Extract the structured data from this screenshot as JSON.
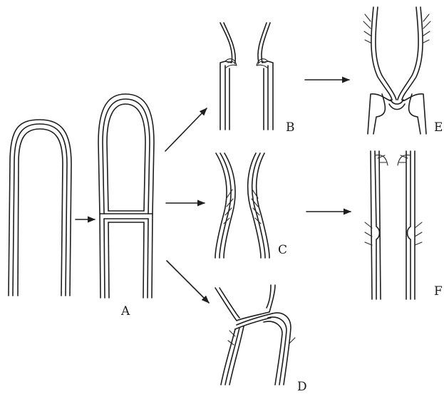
{
  "figure": {
    "labels": {
      "a": "A",
      "b": "B",
      "c": "C",
      "d": "D",
      "e": "E",
      "f": "F"
    },
    "arrows": [
      {
        "from": "initial-cell",
        "to": "A"
      },
      {
        "from": "A",
        "to": "B"
      },
      {
        "from": "A",
        "to": "C"
      },
      {
        "from": "A",
        "to": "D"
      },
      {
        "from": "B",
        "to": "E"
      },
      {
        "from": "C",
        "to": "F"
      }
    ],
    "colors": {
      "line": "#1e1e1e",
      "background": "#ffffff"
    }
  }
}
